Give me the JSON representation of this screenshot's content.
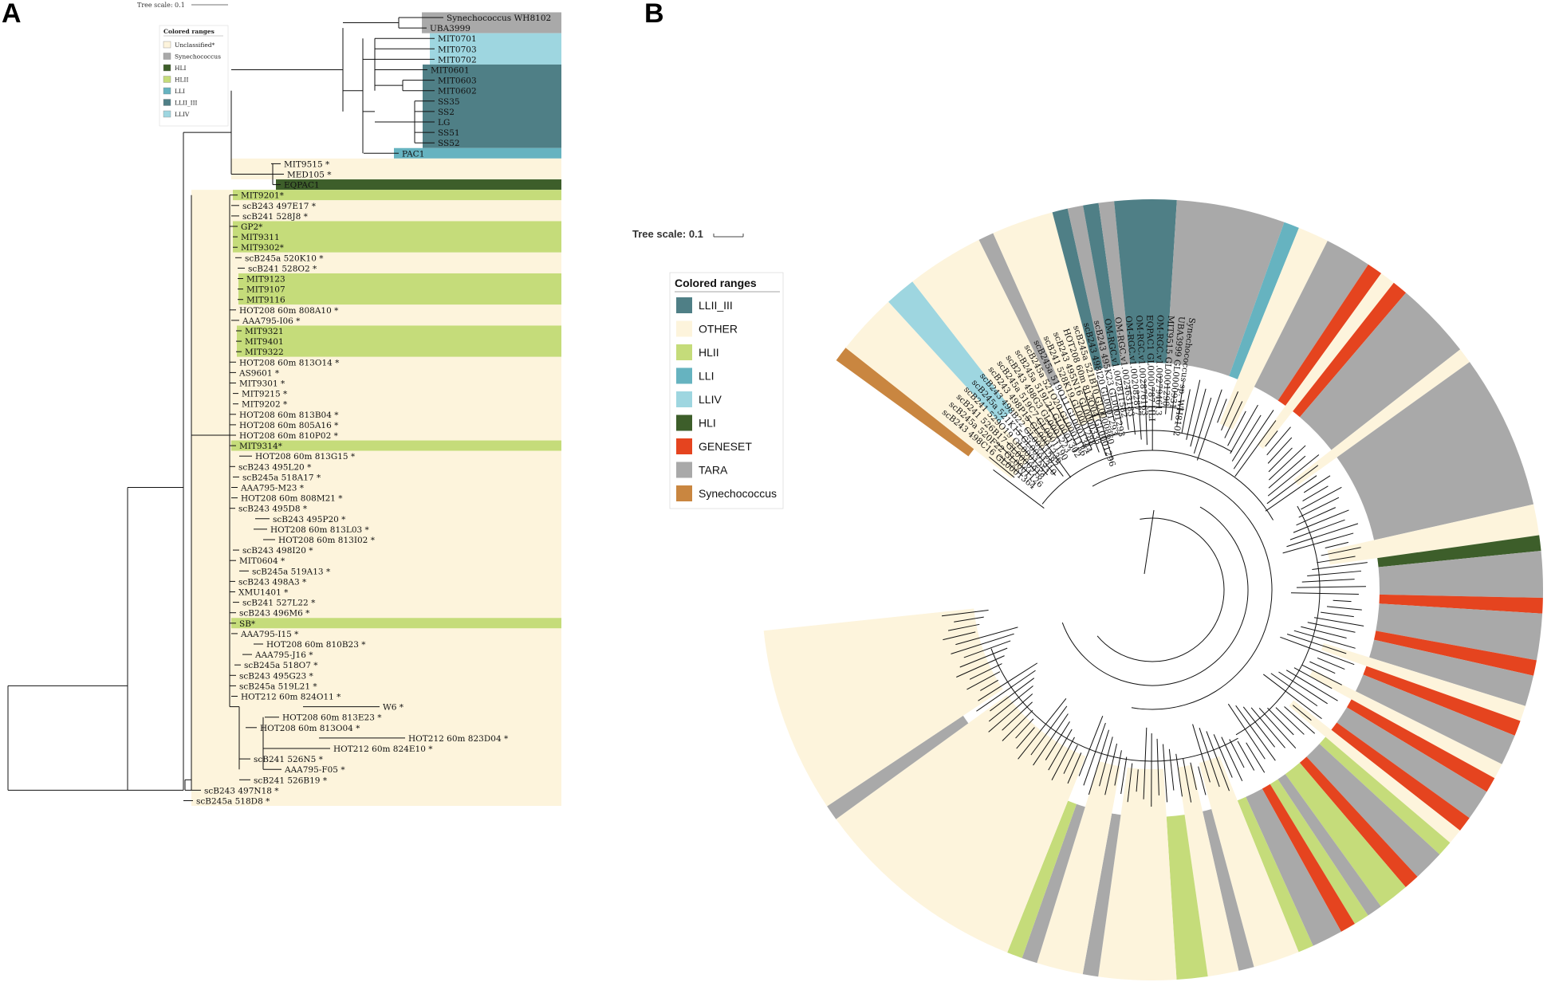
{
  "panel_a": {
    "label": "A",
    "tree_scale": "Tree scale: 0.1",
    "legend": {
      "title": "Colored ranges",
      "items": [
        {
          "label": "Unclassified*",
          "color": "#fdf4dc"
        },
        {
          "label": "Synechococcus",
          "color": "#a9a9a9"
        },
        {
          "label": "HLI",
          "color": "#3d5e2a"
        },
        {
          "label": "HLII",
          "color": "#c5dc7a"
        },
        {
          "label": "LLI",
          "color": "#66b3c0"
        },
        {
          "label": "LLII_III",
          "color": "#4f7f86"
        },
        {
          "label": "LLIV",
          "color": "#9ed6e0"
        }
      ]
    },
    "leaves": [
      {
        "label": "Synechococcus WH8102",
        "group": "Synechococcus"
      },
      {
        "label": "UBA3999",
        "group": "Synechococcus"
      },
      {
        "label": "MIT0701",
        "group": "LLIV"
      },
      {
        "label": "MIT0703",
        "group": "LLIV"
      },
      {
        "label": "MIT0702",
        "group": "LLIV"
      },
      {
        "label": "MIT0601",
        "group": "LLII_III"
      },
      {
        "label": "MIT0603",
        "group": "LLII_III"
      },
      {
        "label": "MIT0602",
        "group": "LLII_III"
      },
      {
        "label": "SS35",
        "group": "LLII_III"
      },
      {
        "label": "SS2",
        "group": "LLII_III"
      },
      {
        "label": "LG",
        "group": "LLII_III"
      },
      {
        "label": "SS51",
        "group": "LLII_III"
      },
      {
        "label": "SS52",
        "group": "LLII_III"
      },
      {
        "label": "PAC1",
        "group": "LLI"
      },
      {
        "label": "MIT9515 *",
        "group": "Unclassified*"
      },
      {
        "label": "MED105 *",
        "group": "Unclassified*"
      },
      {
        "label": "EQPAC1",
        "group": "HLI"
      },
      {
        "label": "MIT9201*",
        "group": "HLII"
      },
      {
        "label": "scB243 497E17 *",
        "group": "Unclassified*"
      },
      {
        "label": "scB241 528J8 *",
        "group": "Unclassified*"
      },
      {
        "label": "GP2*",
        "group": "HLII"
      },
      {
        "label": "MIT9311",
        "group": "HLII"
      },
      {
        "label": "MIT9302*",
        "group": "HLII"
      },
      {
        "label": "scB245a 520K10 *",
        "group": "Unclassified*"
      },
      {
        "label": "scB241 528O2 *",
        "group": "Unclassified*"
      },
      {
        "label": "MIT9123",
        "group": "HLII"
      },
      {
        "label": "MIT9107",
        "group": "HLII"
      },
      {
        "label": "MIT9116",
        "group": "HLII"
      },
      {
        "label": "HOT208 60m 808A10 *",
        "group": "Unclassified*"
      },
      {
        "label": "AAA795-I06 *",
        "group": "Unclassified*"
      },
      {
        "label": "MIT9321",
        "group": "HLII"
      },
      {
        "label": "MIT9401",
        "group": "HLII"
      },
      {
        "label": "MIT9322",
        "group": "HLII"
      },
      {
        "label": "HOT208 60m 813O14 *",
        "group": "Unclassified*"
      },
      {
        "label": "AS9601 *",
        "group": "Unclassified*"
      },
      {
        "label": "MIT9301 *",
        "group": "Unclassified*"
      },
      {
        "label": "MIT9215 *",
        "group": "Unclassified*"
      },
      {
        "label": "MIT9202 *",
        "group": "Unclassified*"
      },
      {
        "label": "HOT208 60m 813B04 *",
        "group": "Unclassified*"
      },
      {
        "label": "HOT208 60m 805A16 *",
        "group": "Unclassified*"
      },
      {
        "label": "HOT208 60m 810P02 *",
        "group": "Unclassified*"
      },
      {
        "label": "MIT9314*",
        "group": "HLII"
      },
      {
        "label": "HOT208 60m 813G15 *",
        "group": "Unclassified*"
      },
      {
        "label": "scB243 495L20 *",
        "group": "Unclassified*"
      },
      {
        "label": "scB245a 518A17 *",
        "group": "Unclassified*"
      },
      {
        "label": "AAA795-M23 *",
        "group": "Unclassified*"
      },
      {
        "label": "HOT208 60m 808M21 *",
        "group": "Unclassified*"
      },
      {
        "label": "scB243 495D8 *",
        "group": "Unclassified*"
      },
      {
        "label": "scB243 495P20 *",
        "group": "Unclassified*"
      },
      {
        "label": "HOT208 60m 813L03 *",
        "group": "Unclassified*"
      },
      {
        "label": "HOT208 60m 813I02 *",
        "group": "Unclassified*"
      },
      {
        "label": "scB243 498I20 *",
        "group": "Unclassified*"
      },
      {
        "label": "MIT0604 *",
        "group": "Unclassified*"
      },
      {
        "label": "scB245a 519A13 *",
        "group": "Unclassified*"
      },
      {
        "label": "scB243 498A3 *",
        "group": "Unclassified*"
      },
      {
        "label": "XMU1401 *",
        "group": "Unclassified*"
      },
      {
        "label": "scB241 527L22 *",
        "group": "Unclassified*"
      },
      {
        "label": "scB243 496M6 *",
        "group": "Unclassified*"
      },
      {
        "label": "SB*",
        "group": "HLII"
      },
      {
        "label": "AAA795-I15 *",
        "group": "Unclassified*"
      },
      {
        "label": "HOT208 60m 810B23 *",
        "group": "Unclassified*"
      },
      {
        "label": "AAA795-J16 *",
        "group": "Unclassified*"
      },
      {
        "label": "scB245a 518O7 *",
        "group": "Unclassified*"
      },
      {
        "label": "scB243 495G23 *",
        "group": "Unclassified*"
      },
      {
        "label": "scB245a 519L21 *",
        "group": "Unclassified*"
      },
      {
        "label": "HOT212 60m 824O11 *",
        "group": "Unclassified*"
      },
      {
        "label": "W6 *",
        "group": "Unclassified*"
      },
      {
        "label": "HOT208 60m 813E23 *",
        "group": "Unclassified*"
      },
      {
        "label": "HOT208 60m 813O04 *",
        "group": "Unclassified*"
      },
      {
        "label": "HOT212 60m 823D04 *",
        "group": "Unclassified*"
      },
      {
        "label": "HOT212 60m 824E10 *",
        "group": "Unclassified*"
      },
      {
        "label": "scB241 526N5 *",
        "group": "Unclassified*"
      },
      {
        "label": "AAA795-F05 *",
        "group": "Unclassified*"
      },
      {
        "label": "scB241 526B19 *",
        "group": "Unclassified*"
      },
      {
        "label": "scB243 497N18 *",
        "group": "Unclassified*"
      },
      {
        "label": "scB245a 518D8 *",
        "group": "Unclassified*"
      }
    ]
  },
  "panel_b": {
    "label": "B",
    "tree_scale": "Tree scale: 0.1",
    "legend": {
      "title": "Colored ranges",
      "items": [
        {
          "label": "LLII_III",
          "color": "#4f7f86"
        },
        {
          "label": "OTHER",
          "color": "#fdf4dc"
        },
        {
          "label": "HLII",
          "color": "#c5dc7a"
        },
        {
          "label": "LLI",
          "color": "#66b3c0"
        },
        {
          "label": "LLIV",
          "color": "#9ed6e0"
        },
        {
          "label": "HLI",
          "color": "#3d5e2a"
        },
        {
          "label": "GENESET",
          "color": "#e5441f"
        },
        {
          "label": "TARA",
          "color": "#a9a9a9"
        },
        {
          "label": "Synechococcus",
          "color": "#c98640"
        }
      ]
    },
    "ring_segments": [
      {
        "group": "Synechococcus",
        "span": 1
      },
      {
        "group": "OTHER",
        "span": 4
      },
      {
        "group": "LLIV",
        "span": 2
      },
      {
        "group": "OTHER",
        "span": 5
      },
      {
        "group": "TARA",
        "span": 1
      },
      {
        "group": "OTHER",
        "span": 4
      },
      {
        "group": "LLII_III",
        "span": 1
      },
      {
        "group": "TARA",
        "span": 1
      },
      {
        "group": "LLII_III",
        "span": 1
      },
      {
        "group": "TARA",
        "span": 1
      },
      {
        "group": "LLII_III",
        "span": 4
      },
      {
        "group": "TARA",
        "span": 7
      },
      {
        "group": "LLI",
        "span": 1
      },
      {
        "group": "OTHER",
        "span": 2
      },
      {
        "group": "TARA",
        "span": 3
      },
      {
        "group": "GENESET",
        "span": 1
      },
      {
        "group": "OTHER",
        "span": 1
      },
      {
        "group": "GENESET",
        "span": 1
      },
      {
        "group": "TARA",
        "span": 5
      },
      {
        "group": "OTHER",
        "span": 1
      },
      {
        "group": "TARA",
        "span": 10
      },
      {
        "group": "OTHER",
        "span": 2
      },
      {
        "group": "HLI",
        "span": 1
      },
      {
        "group": "TARA",
        "span": 3
      },
      {
        "group": "GENESET",
        "span": 1
      },
      {
        "group": "TARA",
        "span": 3
      },
      {
        "group": "GENESET",
        "span": 1
      },
      {
        "group": "TARA",
        "span": 2
      },
      {
        "group": "OTHER",
        "span": 1
      },
      {
        "group": "GENESET",
        "span": 1
      },
      {
        "group": "TARA",
        "span": 2
      },
      {
        "group": "OTHER",
        "span": 1
      },
      {
        "group": "GENESET",
        "span": 1
      },
      {
        "group": "TARA",
        "span": 2
      },
      {
        "group": "GENESET",
        "span": 1
      },
      {
        "group": "OTHER",
        "span": 1
      },
      {
        "group": "HLII",
        "span": 1
      },
      {
        "group": "TARA",
        "span": 2
      },
      {
        "group": "GENESET",
        "span": 1
      },
      {
        "group": "HLII",
        "span": 2
      },
      {
        "group": "TARA",
        "span": 1
      },
      {
        "group": "HLII",
        "span": 1
      },
      {
        "group": "GENESET",
        "span": 1
      },
      {
        "group": "TARA",
        "span": 2
      },
      {
        "group": "HLII",
        "span": 1
      },
      {
        "group": "OTHER",
        "span": 3
      },
      {
        "group": "TARA",
        "span": 1
      },
      {
        "group": "OTHER",
        "span": 2
      },
      {
        "group": "HLII",
        "span": 2
      },
      {
        "group": "OTHER",
        "span": 5
      },
      {
        "group": "TARA",
        "span": 1
      },
      {
        "group": "OTHER",
        "span": 3
      },
      {
        "group": "TARA",
        "span": 1
      },
      {
        "group": "HLII",
        "span": 1
      },
      {
        "group": "OTHER",
        "span": 14
      },
      {
        "group": "TARA",
        "span": 1
      },
      {
        "group": "OTHER",
        "span": 12
      }
    ],
    "inner_labels": [
      "scB243 498C16 GL0001364",
      "scB245a 520F22 GL0001126",
      "scB241 526B17 GL0000918",
      "scB241 529O19 GL0001251",
      "scB245a 521K15 GL0001310",
      "scB243 498B22 GL0001287",
      "scB243 498P15 GL0001236",
      "scB245a 519C7 GL0001190",
      "scB243 498G3 GL0001223",
      "scB245a 519L21 GL0001302",
      "scB245a 521O20 GL0001136",
      "scB245a 519O11 GL0001344",
      "scB241 528K19 GL0001288",
      "scB243 495N16 GL0000333",
      "HOT208 60m 813O04 GL0001296",
      "scB245a 521B10 GL0000860",
      "scB243 498I20 GL0001293",
      "scB243 495K23 GL0001293",
      "OM-RGC.v1.002811582",
      "OM-RGC.v1.002463183",
      "OM-RGC.v1.002082877",
      "OM-RGC.v1.002876163",
      "EQPAC1 GL0000787 HLI",
      "OM-RGC.v1.002794613",
      "MIT9515 GL0001298",
      "UBA3999 GL0000931",
      "Synechococcus sp. WH8102"
    ]
  }
}
